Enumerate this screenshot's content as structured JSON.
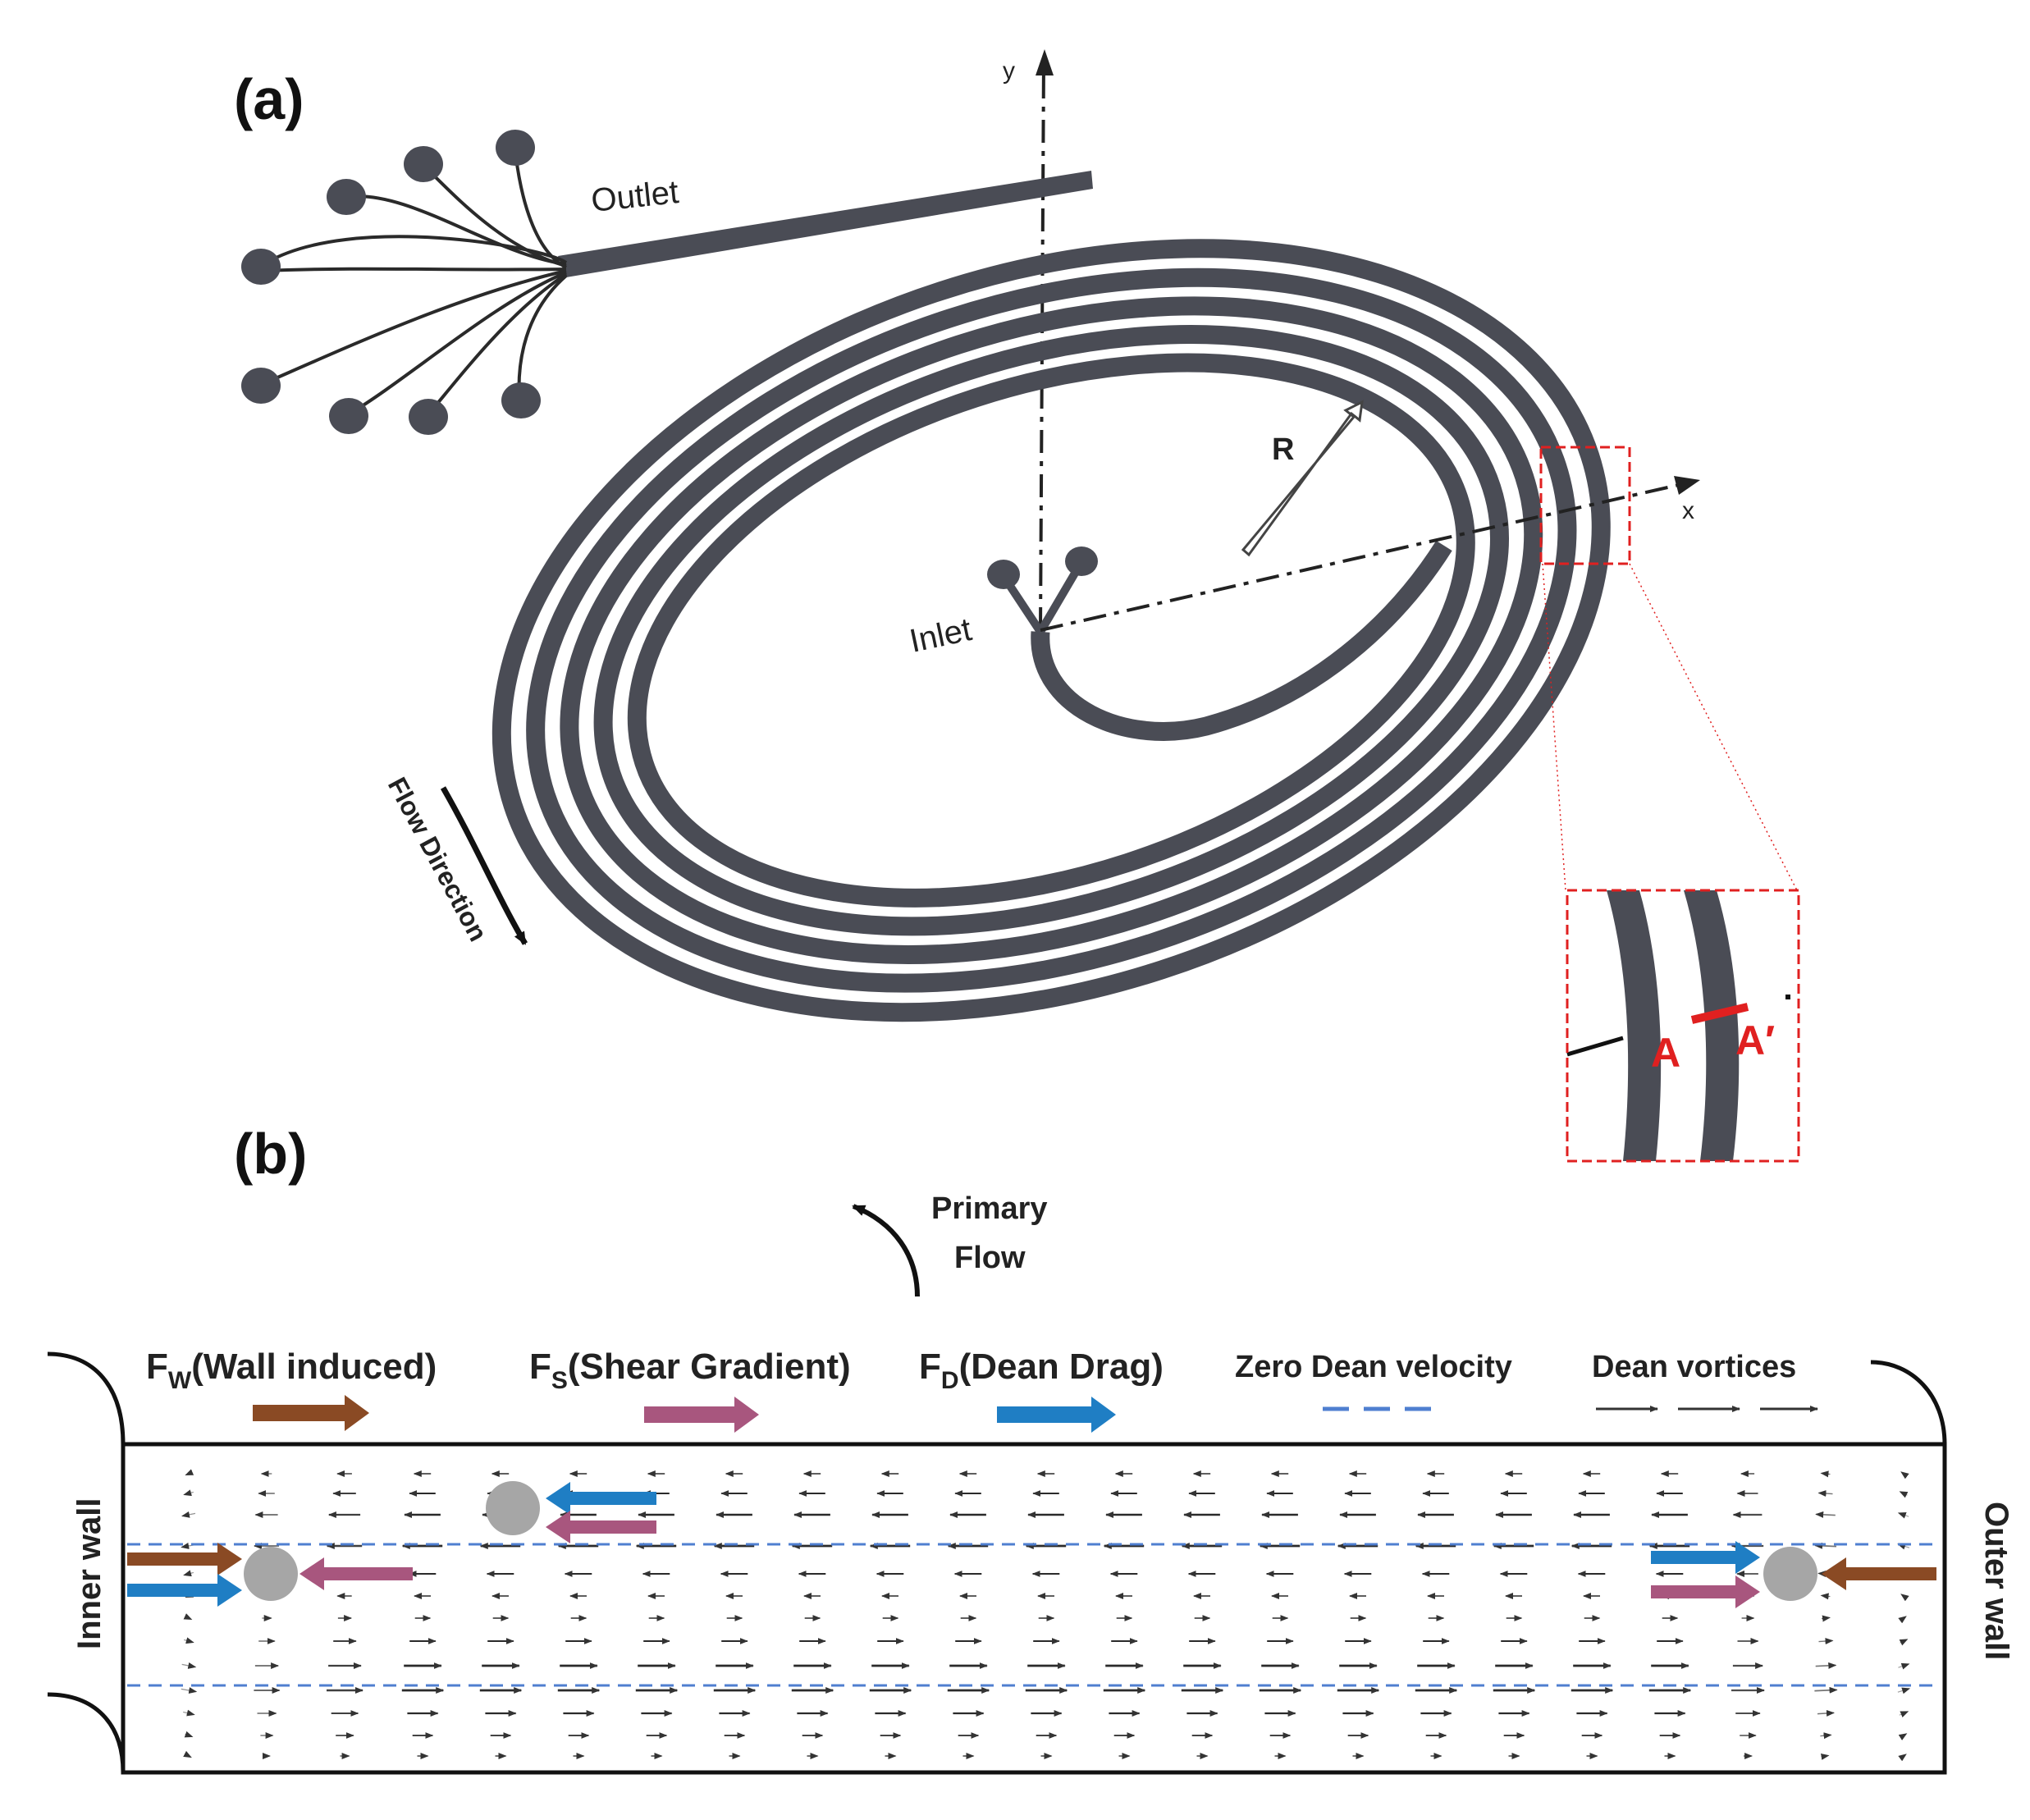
{
  "panel_a": {
    "label": "(a)",
    "outlet": "Outlet",
    "inlet": "Inlet",
    "flow_direction": "Flow Direction",
    "radius": "R",
    "axis_x": "x",
    "axis_y": "y",
    "section_a": "A",
    "section_a_prime": "A′"
  },
  "panel_b": {
    "label": "(b)",
    "primary_flow_line1": "Primary",
    "primary_flow_line2": "Flow",
    "inner_wall": "Inner wall",
    "outer_wall": "Outer wall",
    "legend": {
      "fw_symbol": "F",
      "fw_sub": "W",
      "fw_text": "(Wall induced)",
      "fs_symbol": "F",
      "fs_sub": "S",
      "fs_text": "(Shear Gradient)",
      "fd_symbol": "F",
      "fd_sub": "D",
      "fd_text": "(Dean Drag)",
      "zero_dean": "Zero Dean velocity",
      "dean_vortices": "Dean vortices"
    }
  },
  "colors": {
    "channel": "#4a4c55",
    "wall_force": "#8a4a24",
    "shear_force": "#a8567e",
    "dean_force": "#1f7ec4",
    "zero_line": "#4f7fd0",
    "highlight": "#e02020",
    "particle": "#a6a6a6"
  }
}
